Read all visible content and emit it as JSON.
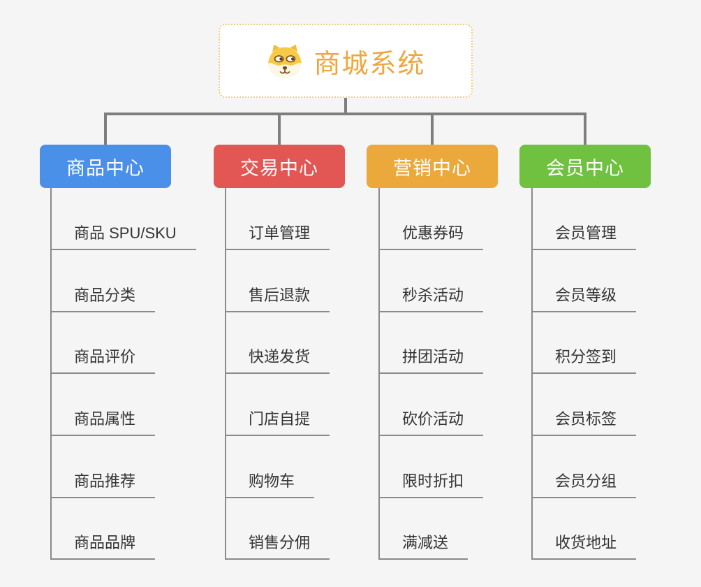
{
  "page": {
    "background_color": "#f5f5f6",
    "connector_color": "#7e7e7e",
    "child_line_color": "#8a8a8a"
  },
  "root": {
    "title": "商城系统",
    "icon": "shiba-dog-icon",
    "title_color": "#f0a63e",
    "border_color": "#f4c983"
  },
  "branches": [
    {
      "label": "商品中心",
      "color": "#4a90e8",
      "children": [
        "商品 SPU/SKU",
        "商品分类",
        "商品评价",
        "商品属性",
        "商品推荐",
        "商品品牌"
      ]
    },
    {
      "label": "交易中心",
      "color": "#e25754",
      "children": [
        "订单管理",
        "售后退款",
        "快递发货",
        "门店自提",
        "购物车",
        "销售分佣"
      ]
    },
    {
      "label": "营销中心",
      "color": "#eba93c",
      "children": [
        "优惠券码",
        "秒杀活动",
        "拼团活动",
        "砍价活动",
        "限时折扣",
        "满减送"
      ]
    },
    {
      "label": "会员中心",
      "color": "#6fc13f",
      "children": [
        "会员管理",
        "会员等级",
        "积分签到",
        "会员标签",
        "会员分组",
        "收货地址"
      ]
    }
  ]
}
